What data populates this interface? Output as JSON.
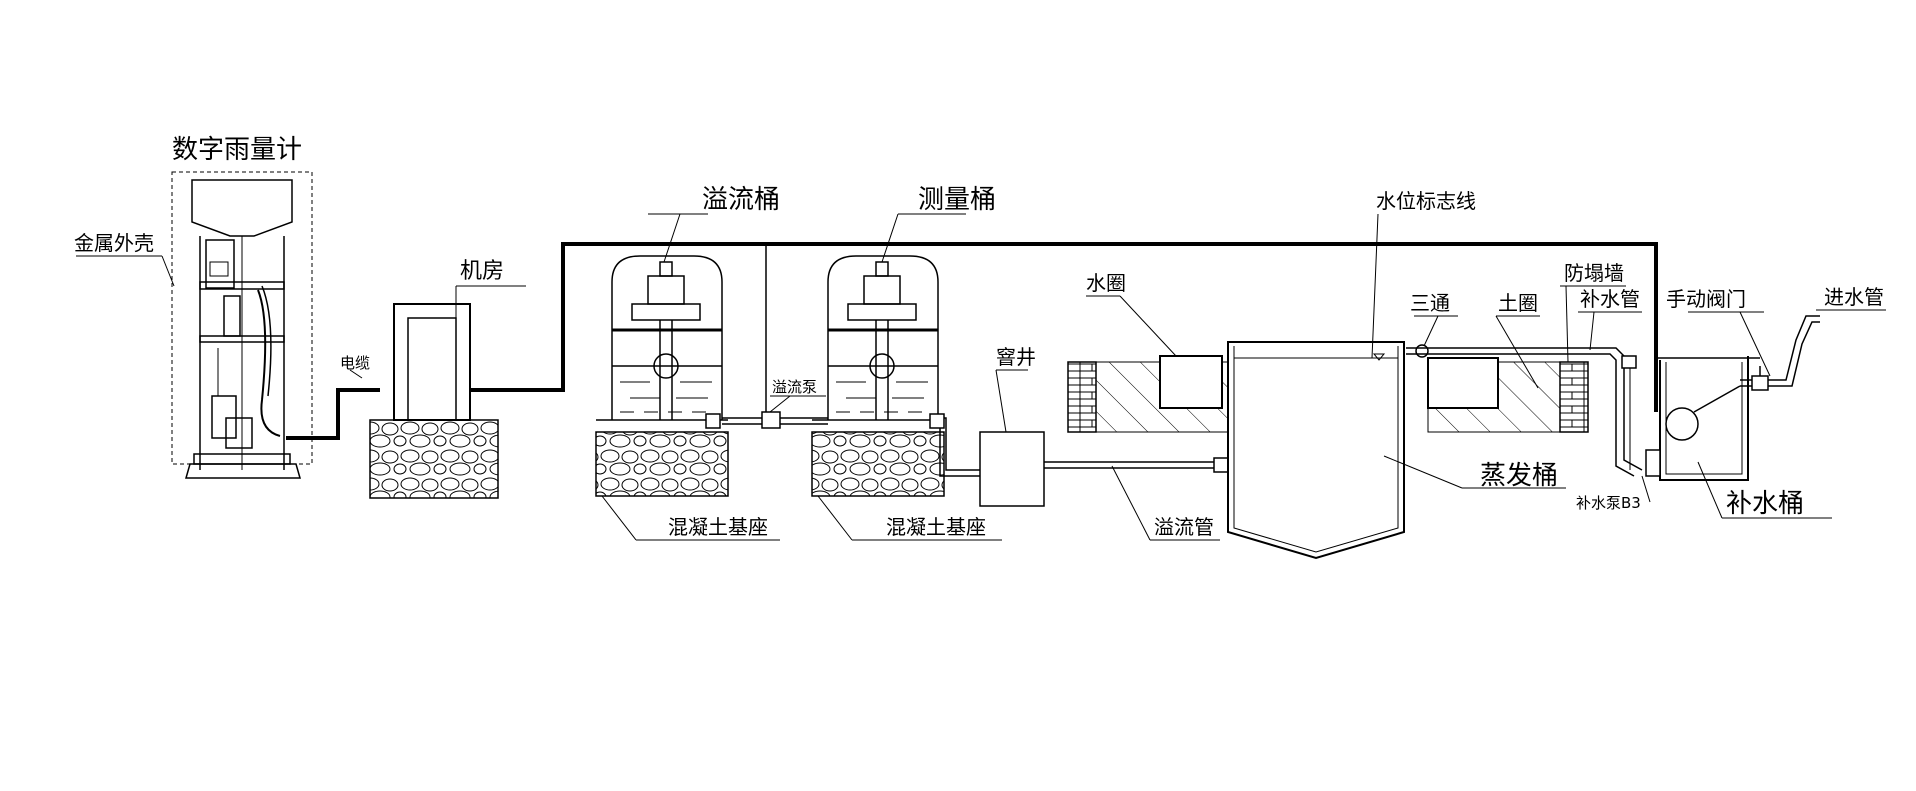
{
  "labels": {
    "digital_rain_gauge": "数字雨量计",
    "metal_shell": "金属外壳",
    "cable": "电缆",
    "machine_room": "机房",
    "overflow_bucket": "溢流桶",
    "measuring_bucket": "测量桶",
    "overflow_pump": "溢流泵",
    "concrete_base_1": "混凝土基座",
    "concrete_base_2": "混凝土基座",
    "cellar_well": "窨井",
    "overflow_pipe": "溢流管",
    "water_ring": "水圈",
    "water_level_line": "水位标志线",
    "tee": "三通",
    "soil_ring": "土圈",
    "anti_collapse_wall": "防塌墙",
    "makeup_pipe": "补水管",
    "manual_valve": "手动阀门",
    "inlet_pipe": "进水管",
    "evaporation_bucket": "蒸发桶",
    "makeup_pump": "补水泵B3",
    "makeup_bucket": "补水桶"
  },
  "colors": {
    "line": "#000000",
    "background": "#ffffff"
  }
}
